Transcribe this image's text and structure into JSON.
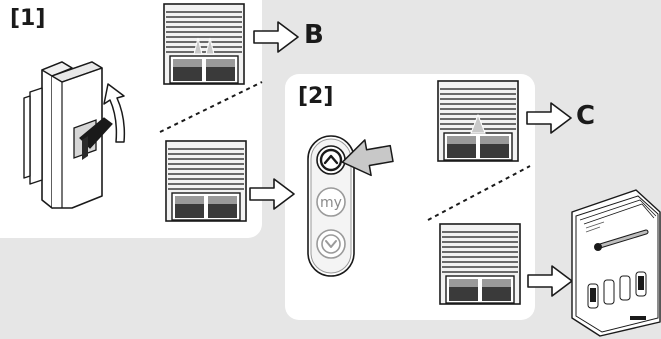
{
  "steps": {
    "step1": "[1]",
    "step2": "[2]"
  },
  "results": {
    "b": "B",
    "c": "C"
  },
  "remote": {
    "my_label": "my"
  },
  "icons": [
    "circuit-breaker-icon",
    "curved-arrow-icon",
    "roller-shutter-icon",
    "right-arrow-icon",
    "remote-control-icon",
    "up-button-icon",
    "my-button-icon",
    "down-button-icon",
    "pointer-arrow-icon",
    "manual-booklet-icon"
  ],
  "colors": {
    "background": "#e6e6e6",
    "panel": "#ffffff",
    "stroke": "#1a1a1a",
    "shutter_slat": "#f0f0f0",
    "window_dark": "#3a3a3a"
  }
}
